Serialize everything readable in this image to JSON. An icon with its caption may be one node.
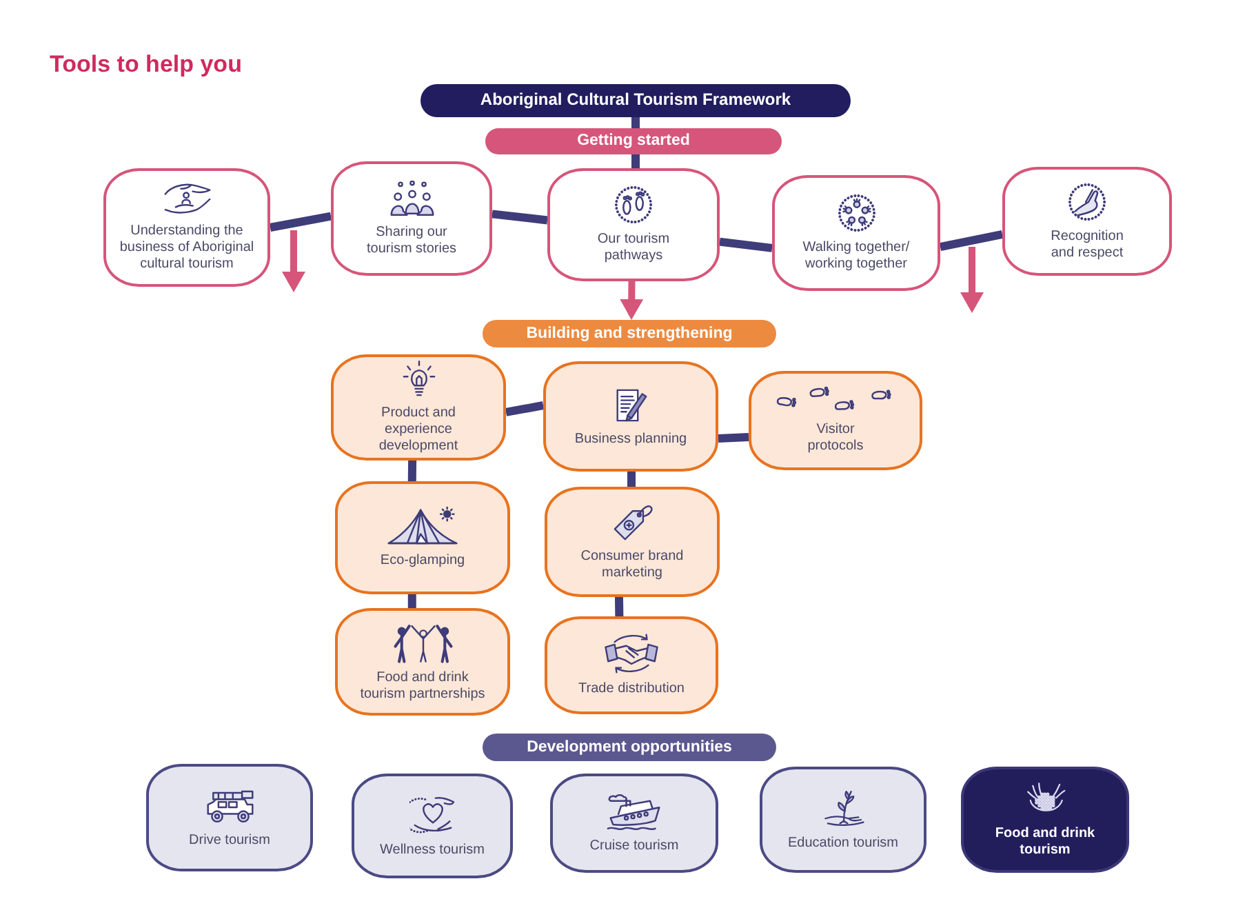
{
  "diagram": {
    "title": "Tools to help you",
    "nodes": [
      {
        "text": [
          "Aboriginal Cultural Tourism Framework"
        ]
      },
      {
        "text": [
          "Getting started"
        ]
      },
      {
        "text": [
          "Understanding the business of Aboriginal cultural tourism"
        ]
      },
      {
        "text": [
          "Sharing our tourism stories"
        ]
      },
      {
        "text": [
          "Our tourism pathways"
        ]
      },
      {
        "text": [
          "Walking together/ working together"
        ]
      },
      {
        "text": [
          "Recognition and respect"
        ]
      },
      {
        "text": [
          "Building and strengthening"
        ]
      },
      {
        "text": [
          "Product and experience development"
        ]
      },
      {
        "text": [
          "Business planning"
        ]
      },
      {
        "text": [
          "Visitor protocols"
        ]
      },
      {
        "text": [
          "Eco-glamping"
        ]
      },
      {
        "text": [
          "Consumer brand marketing"
        ]
      },
      {
        "text": [
          "Food and drink tourism partnerships"
        ]
      },
      {
        "text": [
          "Trade distribution"
        ]
      },
      {
        "text": [
          "Development opportunities"
        ]
      },
      {
        "text": [
          "Drive tourism"
        ]
      },
      {
        "text": [
          "Wellness tourism"
        ]
      },
      {
        "text": [
          "Cruise tourism"
        ]
      },
      {
        "text": [
          "Education tourism"
        ]
      },
      {
        "text": [
          "Food and drink tourism"
        ]
      }
    ],
    "edges": [
      {
        "from": 0,
        "to": 1,
        "arrow": "none"
      },
      {
        "from": 1,
        "to": 4,
        "arrow": "none"
      },
      {
        "from": 2,
        "to": 3,
        "arrow": "none"
      },
      {
        "from": 3,
        "to": 4,
        "arrow": "none"
      },
      {
        "from": 4,
        "to": 5,
        "arrow": "none"
      },
      {
        "from": 5,
        "to": 6,
        "arrow": "none"
      },
      {
        "from": 4,
        "to": 7,
        "arrow": "to",
        "color": "#d6557a"
      },
      {
        "from": 8,
        "to": 9,
        "arrow": "none"
      },
      {
        "from": 9,
        "to": 10,
        "arrow": "none"
      },
      {
        "from": 8,
        "to": 11,
        "arrow": "none"
      },
      {
        "from": 11,
        "to": 13,
        "arrow": "none"
      },
      {
        "from": 9,
        "to": 12,
        "arrow": "none"
      },
      {
        "from": 12,
        "to": 14,
        "arrow": "none"
      }
    ]
  }
}
